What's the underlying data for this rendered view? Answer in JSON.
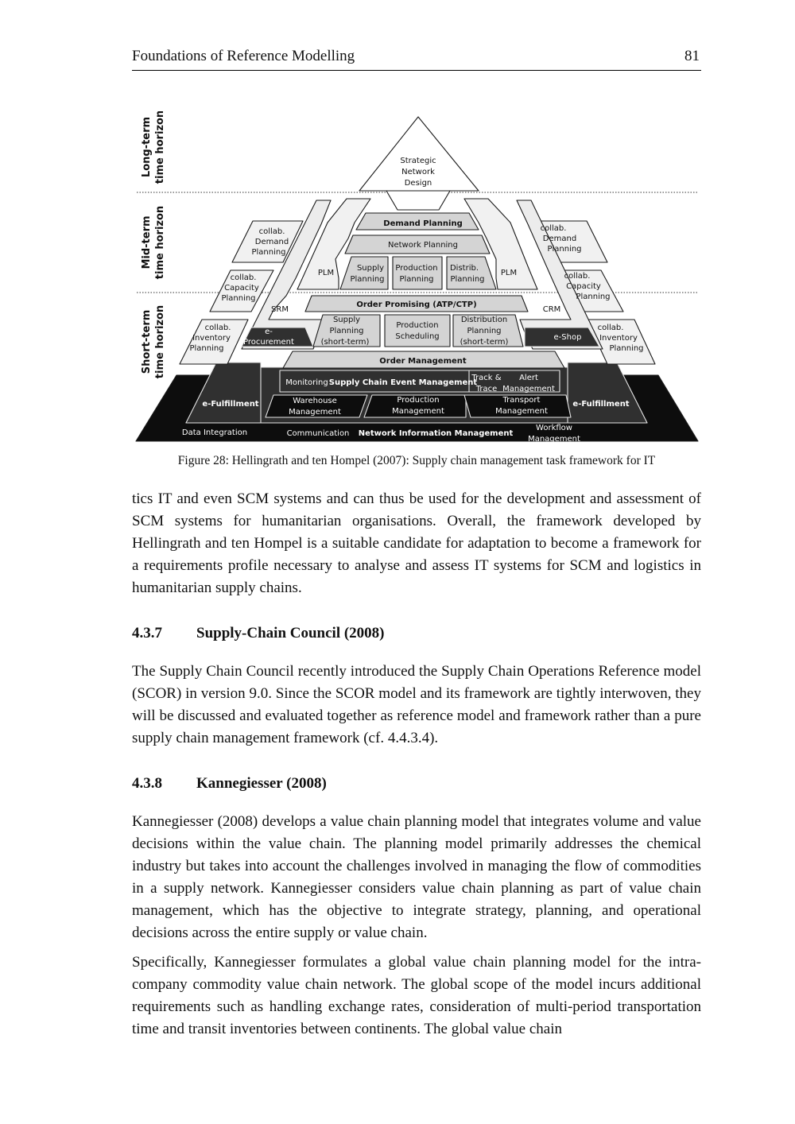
{
  "header": {
    "title": "Foundations of Reference Modelling",
    "page_number": "81"
  },
  "figure": {
    "horizons": {
      "long_1": "Long-term",
      "long_2": "time horizon",
      "mid_1": "Mid-term",
      "mid_2": "time horizon",
      "short_1": "Short-term",
      "short_2": "time horizon"
    },
    "strategic": [
      "Strategic",
      "Network",
      "Design"
    ],
    "demand_planning": "Demand Planning",
    "network_planning": "Network Planning",
    "supply_planning": [
      "Supply",
      "Planning"
    ],
    "production_planning": [
      "Production",
      "Planning"
    ],
    "distrib_planning": [
      "Distrib.",
      "Planning"
    ],
    "plm_left": "PLM",
    "plm_right": "PLM",
    "order_promising": "Order Promising (ATP/CTP)",
    "srm": "SRM",
    "crm": "CRM",
    "supply_planning_short": [
      "Supply",
      "Planning",
      "(short-term)"
    ],
    "production_scheduling": [
      "Production",
      "Scheduling"
    ],
    "distribution_planning_short": [
      "Distribution",
      "Planning",
      "(short-term)"
    ],
    "eprocurement": [
      "e-",
      "Procurement"
    ],
    "eshop": "e-Shop",
    "order_management": "Order Management",
    "collab_demand_left": [
      "collab.",
      "Demand",
      "Planning"
    ],
    "collab_capacity_left": [
      "collab.",
      "Capacity",
      "Planning"
    ],
    "collab_inventory_left": [
      "collab.",
      "Inventory",
      "Planning"
    ],
    "collab_demand_right": [
      "collab.",
      "Demand",
      "Planning"
    ],
    "collab_capacity_right": [
      "collab.",
      "Capacity",
      "Planning"
    ],
    "collab_inventory_right": [
      "collab.",
      "Inventory",
      "Planning"
    ],
    "monitoring": "Monitoring",
    "scem": "Supply Chain Event Management",
    "track_trace": [
      "Track &",
      "Trace"
    ],
    "alert_management": [
      "Alert",
      "Management"
    ],
    "efulfillment_left": "e-Fulfillment",
    "efulfillment_right": "e-Fulfillment",
    "warehouse_management": [
      "Warehouse",
      "Management"
    ],
    "production_management": [
      "Production",
      "Management"
    ],
    "transport_management": [
      "Transport",
      "Management"
    ],
    "data_integration": "Data Integration",
    "communication": "Communication",
    "nim": "Network Information Management",
    "workflow_management": [
      "Workflow",
      "Management"
    ]
  },
  "caption": "Figure 28: Hellingrath and ten Hompel (2007): Supply chain management task framework for IT",
  "paragraphs": {
    "p1": "tics IT and even SCM systems and can thus be used for the development and assessment of SCM systems for humanitarian organisations. Overall, the framework developed by Hellingrath and ten Hompel is a suitable candidate for adaptation to become a frame­work for a requirements profile necessary to analyse and assess IT systems for SCM and logistics in humanitarian supply chains.",
    "p2": "The Supply Chain Council recently introduced the Supply Chain Operations Reference model (SCOR) in version 9.0. Since the SCOR model and its framework are tightly interwoven, they will be discussed and evaluated together as reference model and framework rather than a pure supply chain management framework (cf. 4.4.3.4).",
    "p3": "Kannegiesser (2008) develops a value chain planning model that integrates volume and value decisions within the value chain. The planning model primarily addresses the chemical industry but takes into account the challenges involved in managing the flow of commodities in a supply network. Kannegiesser considers value chain planning as part of value chain management, which has the objective to integrate strategy, planning, and operational decisions across the entire supply or value chain.",
    "p4": "Specifically, Kannegiesser formulates a global value chain planning model for the intra­company commodity value chain network. The global scope of the model incurs addi­tional requirements such as handling exchange rates, consideration of multi-period transportation time and transit inventories between continents. The global value chain"
  },
  "sections": {
    "s437": {
      "number": "4.3.7",
      "title": "Supply-Chain Council (2008)"
    },
    "s438": {
      "number": "4.3.8",
      "title": "Kannegiesser (2008)"
    }
  }
}
